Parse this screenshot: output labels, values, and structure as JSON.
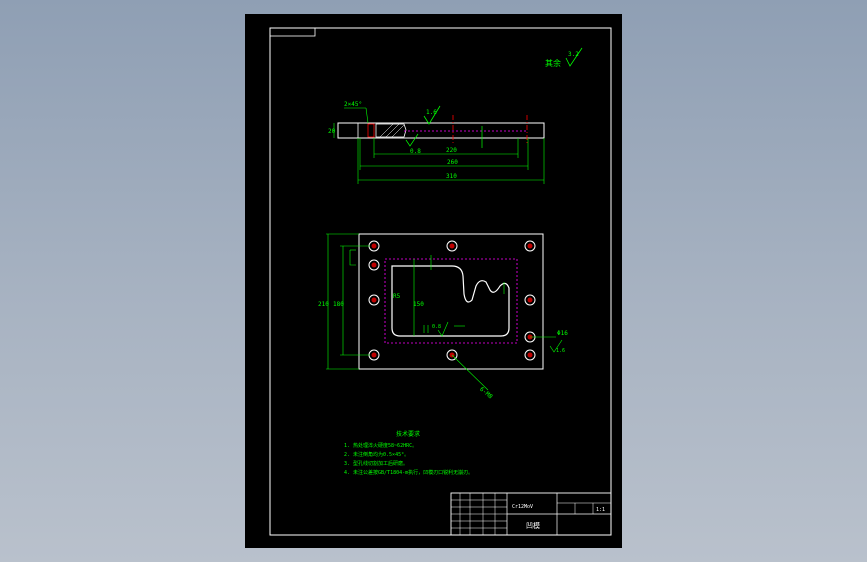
{
  "colors": {
    "sheet": "#000000",
    "frame": "#ffffff",
    "outline": "#ffffff",
    "dimension": "#00ff00",
    "center": "#ff0000",
    "hidden": "#ff00ff"
  },
  "corner_roughness": {
    "label": "其余",
    "value": "3.2"
  },
  "front_view": {
    "thickness_label": "20",
    "chamfer_label": "2×45°",
    "roughness_top": "1.6",
    "roughness_inner": "0.8",
    "dims": [
      "220",
      "260",
      "310"
    ]
  },
  "top_view": {
    "dims_left": [
      "210",
      "180"
    ],
    "dim_height": "150",
    "dim_r": "R5",
    "roughness_left": "0.8",
    "hole_label": "Φ16",
    "hole_roughness": "1.6",
    "thread_label": "6-M8"
  },
  "notes": {
    "heading": "技术要求",
    "items": [
      "1. 热处理淬火硬度58~62HRC。",
      "2. 未注倒角均为0.5×45°。",
      "3. 型孔线切割加工后研磨。",
      "4. 未注公差按GB/T1804-m执行，凹模刃口锐利无崩刃。"
    ]
  },
  "title_block": {
    "part_name": "凹模",
    "material": "Cr12MoV",
    "scale": "1:1"
  }
}
